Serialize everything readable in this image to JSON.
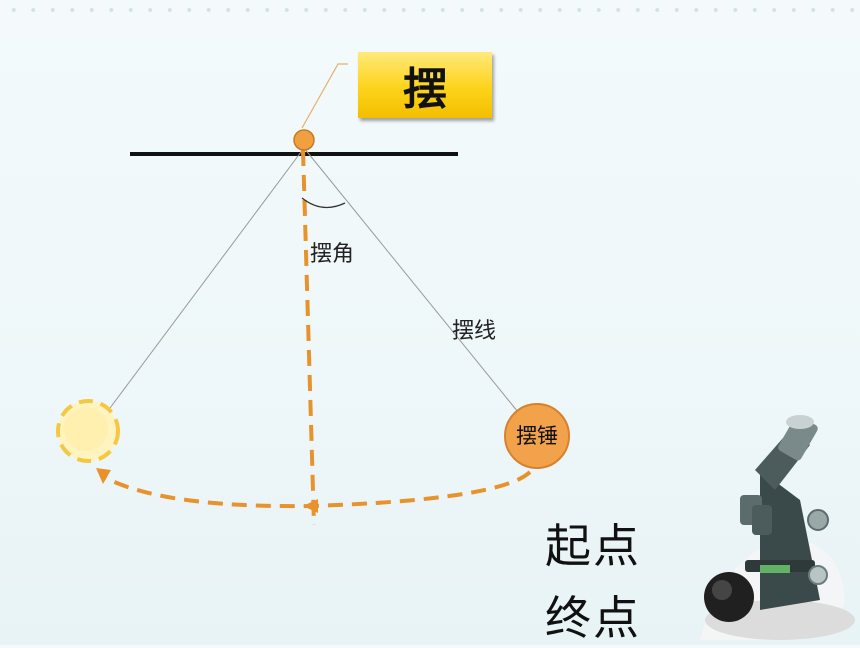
{
  "title": "摆",
  "labels": {
    "angle": "摆角",
    "string": "摆线",
    "bob": "摆锤",
    "start": "起点",
    "end": "终点"
  },
  "colors": {
    "title_bg": "#fdd31a",
    "pivot": "#f0a040",
    "bob": "#f2a24a",
    "ghost_bob": "#ffe89a",
    "dashed_path": "#e8922c"
  },
  "icons": {
    "microscope": "microscope-icon"
  }
}
